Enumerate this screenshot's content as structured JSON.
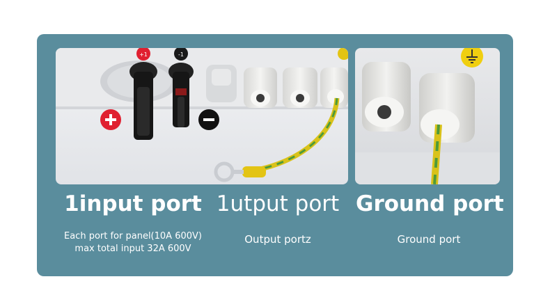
{
  "colors": {
    "panel": "#5a8d9d",
    "text": "#ffffff",
    "positive": "#e02030",
    "negative": "#111111",
    "ground_wire_yellow": "#d9c21a",
    "ground_wire_green": "#4e9a3a"
  },
  "photo_left": {
    "plus_label": "+1",
    "minus_label": "-1",
    "plus_icon": "plus-circle-icon",
    "minus_icon": "minus-circle-icon"
  },
  "photo_right": {
    "ground_symbol": "ground-icon"
  },
  "sections": [
    {
      "title": "1input port",
      "lines": [
        "Each port for panel(10A 600V)",
        "max total input 32A 600V"
      ]
    },
    {
      "title": "1utput port",
      "lines": [
        "Output portz"
      ]
    },
    {
      "title": "Ground port",
      "lines": [
        "Ground port"
      ]
    }
  ]
}
